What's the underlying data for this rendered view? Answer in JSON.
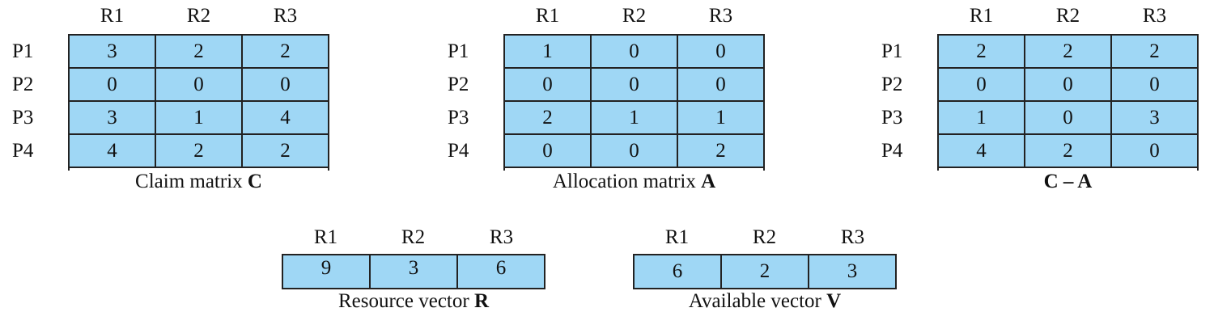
{
  "columns": [
    "R1",
    "R2",
    "R3"
  ],
  "processes": [
    "P1",
    "P2",
    "P3",
    "P4"
  ],
  "claim": {
    "caption_text": "Claim matrix ",
    "caption_bold": "C",
    "rows": [
      [
        "3",
        "2",
        "2"
      ],
      [
        "0",
        "0",
        "0"
      ],
      [
        "3",
        "1",
        "4"
      ],
      [
        "4",
        "2",
        "2"
      ]
    ]
  },
  "allocation": {
    "caption_text": "Allocation matrix ",
    "caption_bold": "A",
    "rows": [
      [
        "1",
        "0",
        "0"
      ],
      [
        "0",
        "0",
        "0"
      ],
      [
        "2",
        "1",
        "1"
      ],
      [
        "0",
        "0",
        "2"
      ]
    ]
  },
  "need": {
    "caption_text": "",
    "caption_bold": "C – A",
    "rows": [
      [
        "2",
        "2",
        "2"
      ],
      [
        "0",
        "0",
        "0"
      ],
      [
        "1",
        "0",
        "3"
      ],
      [
        "4",
        "2",
        "0"
      ]
    ]
  },
  "resource": {
    "caption_text": "Resource vector ",
    "caption_bold": "R",
    "values": [
      "9",
      "3",
      "6"
    ]
  },
  "available": {
    "caption_text": "Available vector ",
    "caption_bold": "V",
    "values": [
      "6",
      "2",
      "3"
    ]
  },
  "colors": {
    "cell_fill": "#9fd7f5",
    "border": "#222222"
  }
}
